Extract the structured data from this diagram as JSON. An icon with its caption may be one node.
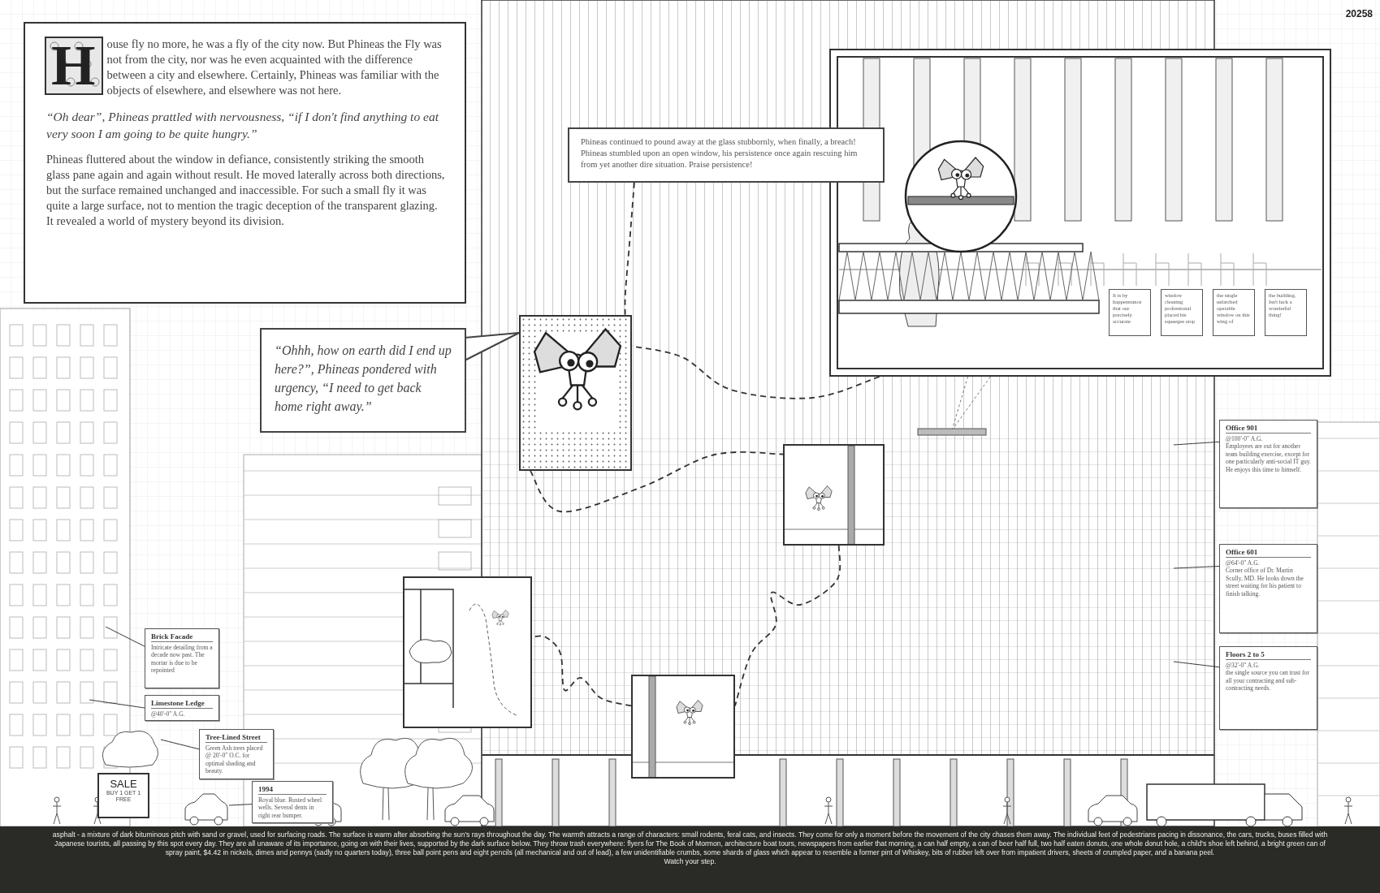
{
  "diagram": {
    "nodes": [
      {
        "text": [
          "House fly no more, he was a fly of the city now.  But Phineas the Fly was not from the city, nor was he even acquainted with the difference between a city and elsewhere.  Certainly, Phineas was familiar with the objects of elsewhere, and elsewhere was not here.",
          "“Oh dear”, Phineas prattled with nervousness, “if I don't find anything to eat very soon I am going to be quite hungry.”",
          "Phineas fluttered about the window in defiance, consistently striking the smooth glass pane again and again without result.  He moved laterally across both directions, but the surface remained unchanged and inaccessible.  For such a small fly it was quite a large surface, not to mention the tragic deception of the transparent glazing.  It revealed a world of mystery beyond its division."
        ]
      },
      {
        "text": [
          "Phineas continued to pound away at the glass stubbornly, when finally, a breach!  Phineas stumbled upon an open window, his persistence once again rescuing him from yet another dire situation.  Praise persistence!"
        ]
      },
      {
        "text": [],
        "shape": "picture"
      },
      {
        "text": [
          "It is by happenstance that our precisely accurate"
        ],
        "in": 2
      },
      {
        "text": [
          "window cleaning professional placed his squeegee atop"
        ],
        "in": 2
      },
      {
        "text": [
          "the single unlatched operable window on this wing of"
        ],
        "in": 2
      },
      {
        "text": [
          "the building. Isn't luck a wonderful thing!"
        ],
        "in": 2
      },
      {
        "text": [
          "“Ohhh, how on earth did I end up here?”, Phineas pondered with urgency, “I need to get back home right away.”"
        ]
      },
      {
        "text": [],
        "shape": "picture"
      },
      {
        "text": [],
        "shape": "picture"
      },
      {
        "text": [],
        "shape": "picture"
      },
      {
        "text": [],
        "shape": "picture"
      },
      {
        "text": [
          "Office 901",
          "@100'-0\" A.G.",
          "Employees are out for another team building exercise, except for one particularly anti-social IT guy. He enjoys this time to himself."
        ]
      },
      {
        "text": [
          "Office 601",
          "@64'-0\" A.G.",
          "Corner office of Dr. Martin Scully, MD. He looks down the street waiting for his patient to finish talking."
        ]
      },
      {
        "text": [
          "Floors 2 to 5",
          "@32'-0\" A.G.",
          "the single source you can trust for all your contracting and sub-contracting needs."
        ]
      },
      {
        "text": [
          "Brick Facade",
          "Intricate detailing from a decade now past. The mortar is due to be repointed"
        ]
      },
      {
        "text": [
          "Limestone Ledge",
          "@40'-0\" A.G."
        ]
      },
      {
        "text": [
          "Tree-Lined Street",
          "Green Ash trees placed @ 20'-0\" O.C. for optimal shading and beauty."
        ]
      },
      {
        "text": [
          "1994",
          "Royal blue. Rusted wheel wells. Several dents in right rear bumper."
        ]
      },
      {
        "text": [
          "SALE",
          "BUY 1 GET 1 FREE"
        ]
      },
      {
        "text": [],
        "shape": "tree"
      },
      {
        "text": [],
        "shape": "car"
      }
    ],
    "edges": [
      {
        "from": 1,
        "to": 8,
        "arrow": "none",
        "style": "dashed"
      },
      {
        "from": 2,
        "to": 8,
        "arrow": "none",
        "style": "dashed"
      },
      {
        "from": 8,
        "to": 9,
        "arrow": "none",
        "style": "dashed"
      },
      {
        "from": 9,
        "to": 11,
        "arrow": "none",
        "style": "dashed"
      },
      {
        "from": 11,
        "to": 10,
        "arrow": "none",
        "style": "dashed"
      },
      {
        "from": 12,
        "to": null,
        "arrow": "none"
      },
      {
        "from": 13,
        "to": null,
        "arrow": "none"
      },
      {
        "from": 14,
        "to": null,
        "arrow": "none"
      },
      {
        "from": 15,
        "to": null,
        "arrow": "none"
      },
      {
        "from": 16,
        "to": null,
        "arrow": "none"
      },
      {
        "from": 17,
        "to": 20,
        "arrow": "none"
      },
      {
        "from": 18,
        "to": 21,
        "arrow": "none"
      }
    ],
    "labels": [
      "20258",
      "asphalt - a mixture of dark bituminous pitch with sand or gravel, used for surfacing roads. The surface is warm after absorbing the sun's rays throughout the day. The warmth attracts a range of characters: small rodents, feral cats, and insects.  They come for only a moment before the movement of the city chases them away. The individual feet of pedestrians pacing in dissonance, the cars, trucks, buses filled with Japanese tourists, all passing by this spot every day. They are all unaware of its importance, going on with their lives, supported by the dark surface below. They throw trash everywhere: flyers for The Book of Mormon, architecture boat tours, newspapers from earlier that morning, a can half empty, a can of beer half full, two half eaten donuts, one whole donut hole, a child's shoe left behind, a bright green can of spray paint, $4.42 in nickels, dimes and pennys (sadly no quarters today), three ball point pens and eight pencils (all mechanical and out of lead), a few unidentifiable crumbs, some shards of glass which appear to resemble a former pint of Whiskey, bits of rubber left over from impatient drivers, sheets of crumpled paper, and a banana peel.",
      "Watch your step."
    ]
  }
}
